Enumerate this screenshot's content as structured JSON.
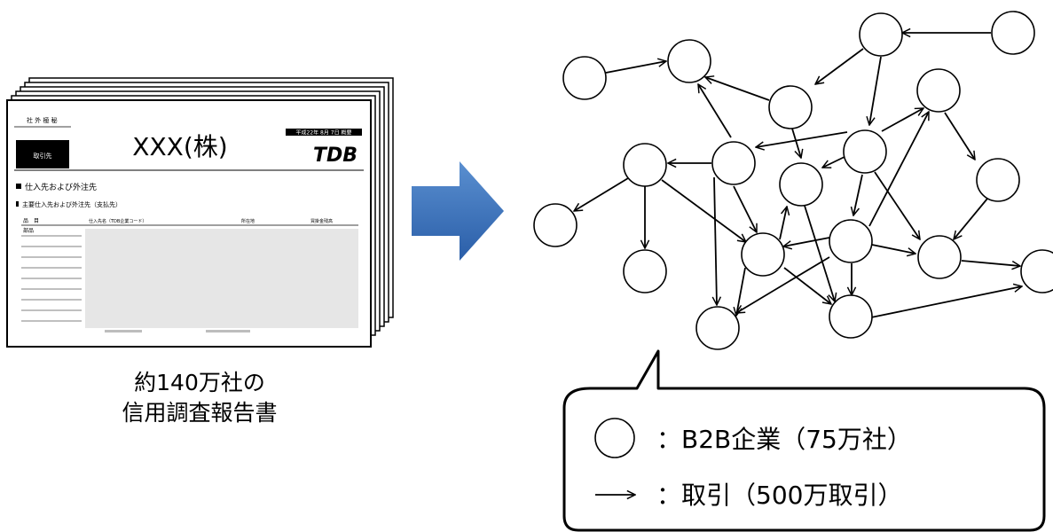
{
  "report": {
    "header_left_label": "社 外 極 秘",
    "black_box_label": "取引先",
    "company_name": "XXX(株)",
    "date_text": "平成22年 8月 7日 概要",
    "logo": "TDB",
    "section_title": "仕入先および外注先",
    "subsection_title": "主要仕入先および外注先（支払先）",
    "columns": [
      "品　目",
      "仕入先名（TDB企業コード）",
      "所在地",
      "買掛金残高"
    ],
    "first_item": "部品"
  },
  "caption": {
    "line1": "約140万社の",
    "line2": "信用調査報告書"
  },
  "legend": {
    "node_label": "：B2B企業（75万社）",
    "edge_label": "：取引（500万取引）"
  },
  "colors": {
    "arrow_blue_top": "#4f86c6",
    "arrow_blue_bottom": "#2a5ea8",
    "stroke": "#000000",
    "report_fill": "#e8e8e8"
  }
}
